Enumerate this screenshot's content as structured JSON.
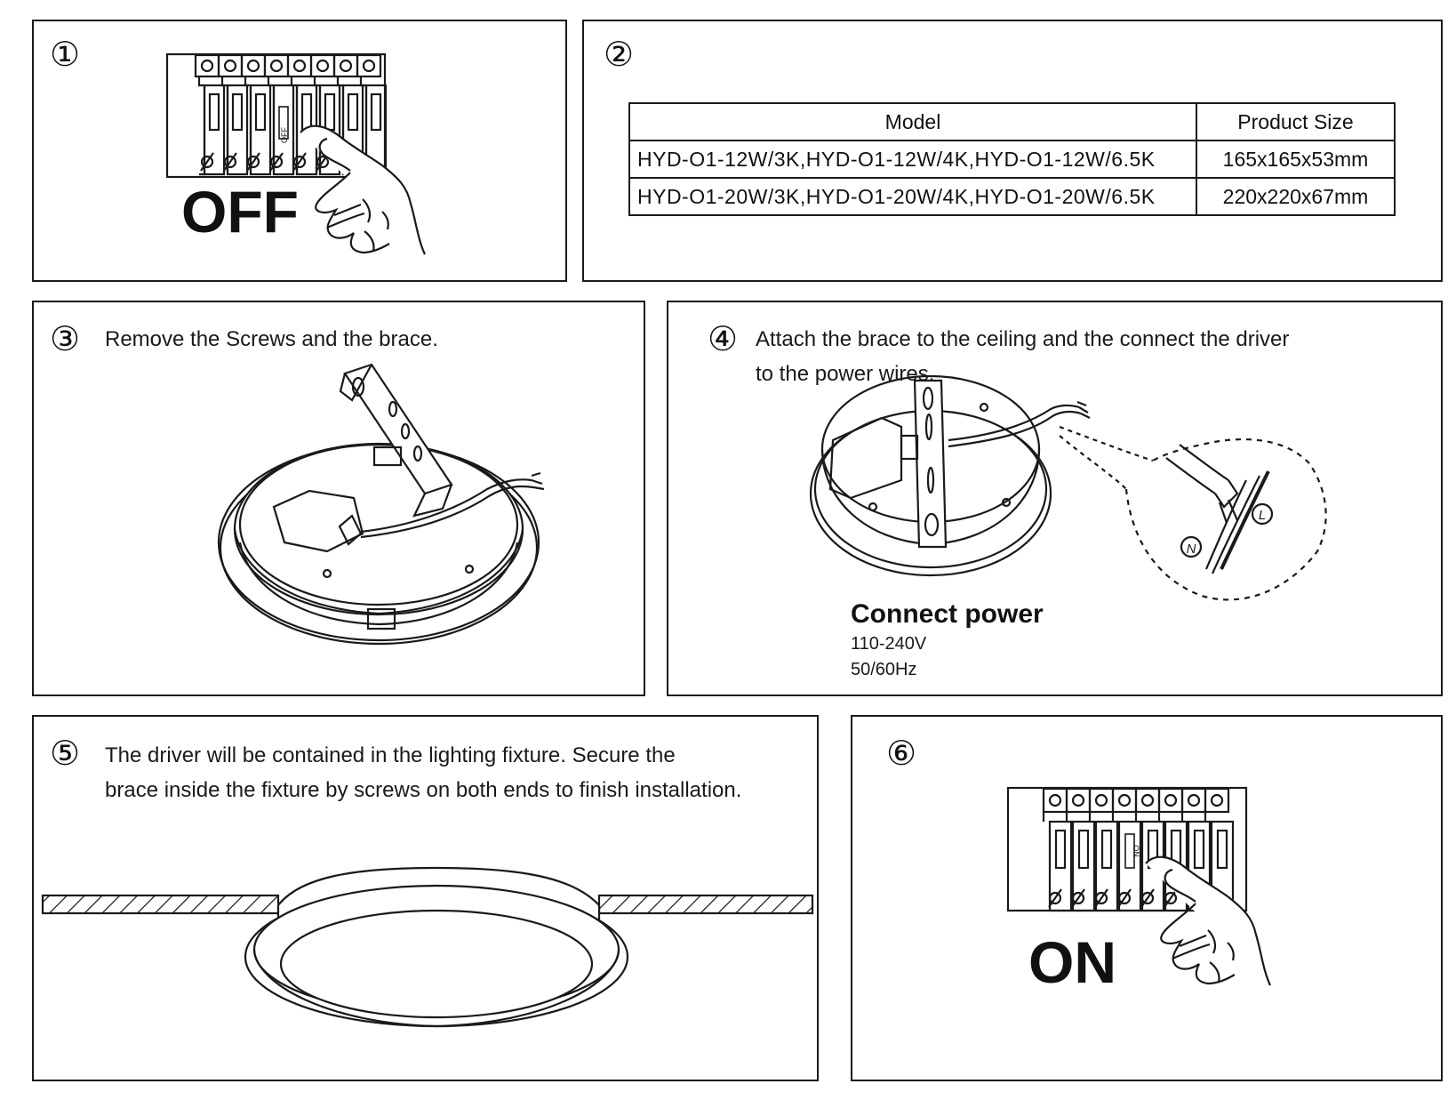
{
  "steps": {
    "s1": {
      "num": "①",
      "label": "OFF",
      "switch_label": "OFF"
    },
    "s2": {
      "num": "②",
      "table": {
        "headers": [
          "Model",
          "Product Size"
        ],
        "rows": [
          {
            "model": "HYD-O1-12W/3K,HYD-O1-12W/4K,HYD-O1-12W/6.5K",
            "size": "165x165x53mm"
          },
          {
            "model": "HYD-O1-20W/3K,HYD-O1-20W/4K,HYD-O1-20W/6.5K",
            "size": "220x220x67mm"
          }
        ]
      }
    },
    "s3": {
      "num": "③",
      "text": "Remove the Screws and the brace."
    },
    "s4": {
      "num": "④",
      "text_line1": "Attach the brace to the ceiling and the connect the driver",
      "text_line2": "to the power wires.",
      "power_title": "Connect power",
      "voltage": "110-240V",
      "frequency": "50/60Hz",
      "wire_n": "N",
      "wire_l": "L"
    },
    "s5": {
      "num": "⑤",
      "text_line1": "The driver will be contained in the lighting fixture. Secure the",
      "text_line2": "brace inside the fixture by screws on both ends to finish installation."
    },
    "s6": {
      "num": "⑥",
      "label": "ON",
      "switch_label": "ON"
    }
  },
  "colors": {
    "line": "#1a1a1a",
    "background": "#ffffff"
  }
}
